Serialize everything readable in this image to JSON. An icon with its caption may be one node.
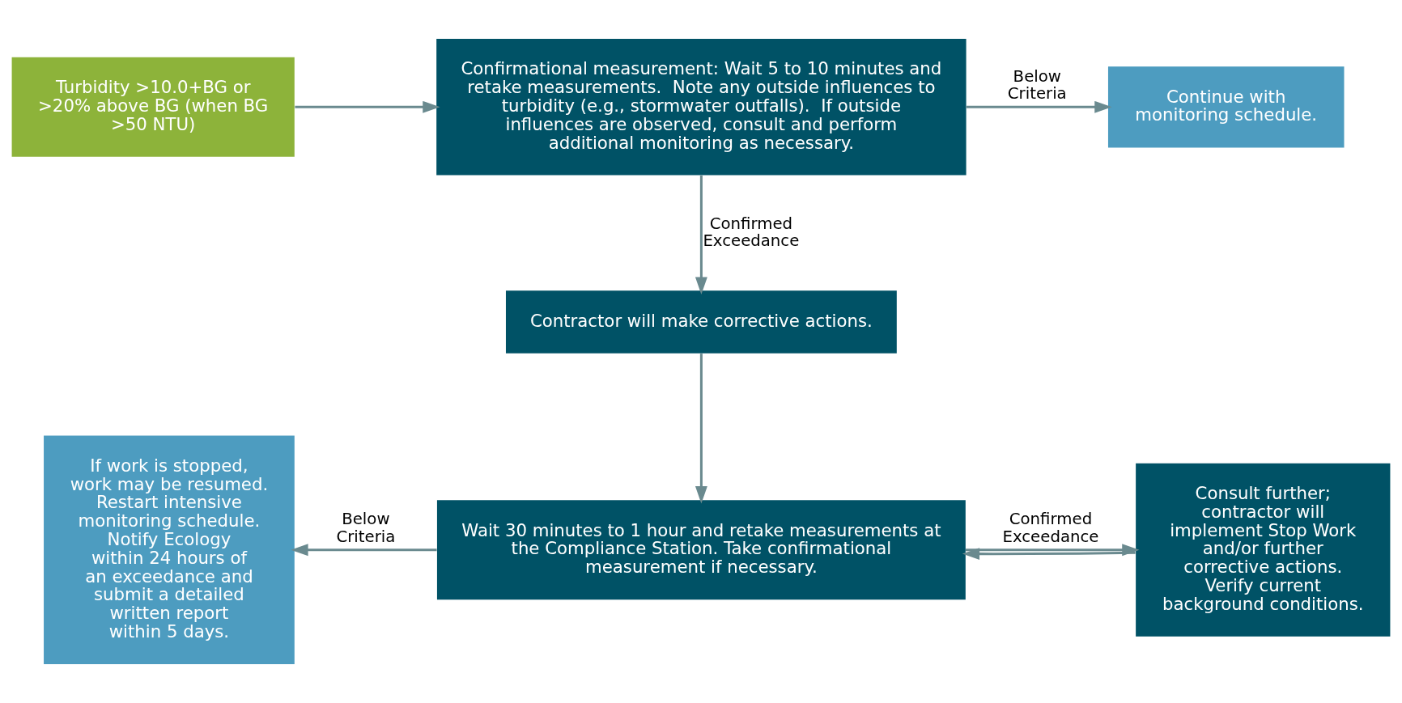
{
  "diagram": {
    "nodes": [
      {
        "text": [
          "Turbidity >10.0+BG or >20% above BG (when BG >50 NTU)"
        ]
      },
      {
        "text": [
          "Confirmational measurement: Wait 5 to 10 minutes and retake measurements.  Note any outside influences to turbidity (e.g., stormwater outfalls).  If outside influences are observed, consult and perform additional monitoring as necessary."
        ]
      },
      {
        "text": [
          "Continue with monitoring schedule."
        ]
      },
      {
        "text": [
          "Contractor will make corrective actions."
        ]
      },
      {
        "text": [
          "If work is stopped, work may be resumed.  Restart intensive monitoring schedule.  Notify Ecology within 24 hours of an exceedance and submit a detailed written report within 5 days."
        ]
      },
      {
        "text": [
          "Wait 30 minutes to 1 hour and retake measurements at the Compliance Station. Take confirmational measurement if necessary."
        ]
      },
      {
        "text": [
          "Consult further; contractor will implement Stop Work and/or further corrective actions. Verify current background conditions."
        ]
      }
    ],
    "edges": [
      {
        "from": 0,
        "to": 1,
        "arrow": "to"
      },
      {
        "from": 1,
        "to": 2,
        "arrow": "to",
        "label": "Below Criteria"
      },
      {
        "from": 1,
        "to": 3,
        "arrow": "to",
        "label": "Confirmed Exceedance"
      },
      {
        "from": 3,
        "to": 5,
        "arrow": "to"
      },
      {
        "from": 5,
        "to": 4,
        "arrow": "to",
        "label": "Below Criteria"
      },
      {
        "from": 5,
        "to": 6,
        "arrow": "to",
        "label": "Confirmed Exceedance"
      },
      {
        "from": 6,
        "to": 5,
        "arrow": "to"
      }
    ]
  }
}
